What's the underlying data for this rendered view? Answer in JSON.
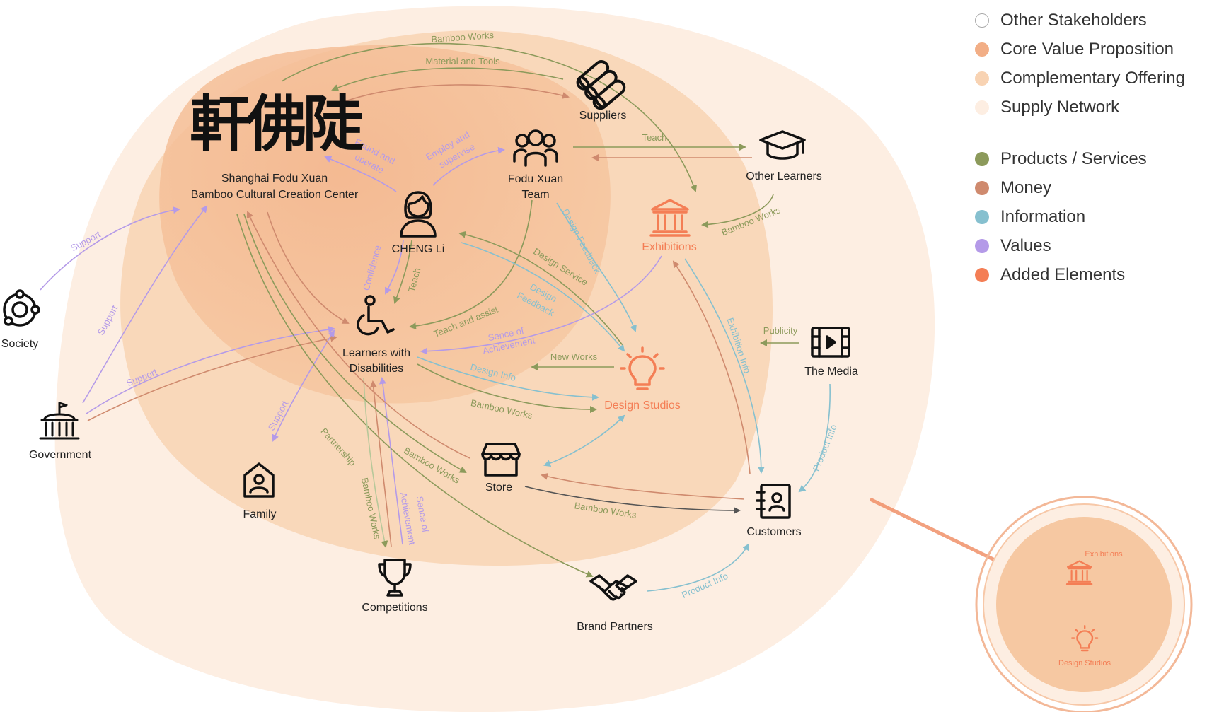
{
  "colors": {
    "products": "#8c9a5b",
    "money": "#cf8a6e",
    "information": "#86c0cf",
    "values": "#b49ae8",
    "added": "#f47e55",
    "core": "#f4b085",
    "complementary": "#f8d3b3",
    "supply": "#fdeee2"
  },
  "legend": {
    "zones": [
      {
        "label": "Other Stakeholders",
        "color": "#ffffff",
        "stroke": "#aaaaaa"
      },
      {
        "label": "Core Value Proposition",
        "color": "#f2ae86",
        "stroke": "#f2ae86"
      },
      {
        "label": "Complementary Offering",
        "color": "#f8d3b3",
        "stroke": "#f8d3b3"
      },
      {
        "label": "Supply Network",
        "color": "#fdeee2",
        "stroke": "#fdeee2"
      }
    ],
    "flows": [
      {
        "label": "Products / Services",
        "color": "#8c9a5b"
      },
      {
        "label": "Money",
        "color": "#cf8a6e"
      },
      {
        "label": "Information",
        "color": "#86c0cf"
      },
      {
        "label": "Values",
        "color": "#b49ae8"
      },
      {
        "label": "Added Elements",
        "color": "#f47e55"
      }
    ]
  },
  "nodes": {
    "center": {
      "line1": "Shanghai Fodu Xuan",
      "line2": "Bamboo Cultural Creation Center",
      "logo_icon": "calligraphy-seal-logo",
      "logo_text": "軒佛陡"
    },
    "suppliers": {
      "label": "Suppliers",
      "icon": "bamboo-logs-icon"
    },
    "team": {
      "line1": "Fodu Xuan",
      "line2": "Team",
      "icon": "group-icon"
    },
    "other_learners": {
      "label": "Other Learners",
      "icon": "graduation-cap-icon"
    },
    "cheng": {
      "label": "CHENG Li",
      "icon": "woman-icon"
    },
    "exhibitions": {
      "label": "Exhibitions",
      "icon": "museum-icon"
    },
    "learners": {
      "line1": "Learners with",
      "line2": "Disabilities",
      "icon": "wheelchair-icon"
    },
    "society": {
      "label": "Society",
      "icon": "network-icon"
    },
    "government": {
      "label": "Government",
      "icon": "government-building-icon"
    },
    "media": {
      "label": "The Media",
      "icon": "film-icon"
    },
    "studios": {
      "label": "Design Studios",
      "icon": "lightbulb-icon"
    },
    "family": {
      "label": "Family",
      "icon": "home-user-icon"
    },
    "store": {
      "label": "Store",
      "icon": "storefront-icon"
    },
    "customers": {
      "label": "Customers",
      "icon": "contacts-book-icon"
    },
    "competitions": {
      "label": "Competitions",
      "icon": "trophy-icon"
    },
    "partners": {
      "label": "Brand Partners",
      "icon": "handshake-icon"
    }
  },
  "flows": {
    "bamboo_works_top": "Bamboo Works",
    "material_tools": "Material and Tools",
    "found_operate_1": "Found and",
    "found_operate_2": "operate",
    "employ_1": "Employ and",
    "employ_2": "supervise",
    "teach_other": "Teach",
    "bamboo_works_exh": "Bamboo Works",
    "support_society": "Support",
    "support_gov_up": "Support",
    "support_gov": "Support",
    "confidence": "Confidence",
    "teach_cheng": "Teach",
    "design_feedback_team": "Design Feedback",
    "design_service": "Design Service",
    "design_feedback_1": "Design",
    "design_feedback_2": "Feedback",
    "teach_assist": "Teach and assist",
    "achievement_1": "Sence of",
    "achievement_2": "Achievement",
    "new_works": "New Works",
    "design_info": "Design Info",
    "bamboo_works_studio": "Bamboo Works",
    "publicity": "Publicity",
    "exhibition_info": "Exhibition Info",
    "product_info_media": "Product Info",
    "support_family": "Support",
    "partnership": "Partnership",
    "bamboo_works_comp": "Bamboo Works",
    "achievement_comp_1": "Sence of",
    "achievement_comp_2": "Achievement",
    "bamboo_works_store": "Bamboo Works",
    "bamboo_works_customers": "Bamboo Works",
    "product_info_partners": "Product Info"
  },
  "inset": {
    "exhibitions": "Exhibitions",
    "studios": "Design Studios"
  }
}
